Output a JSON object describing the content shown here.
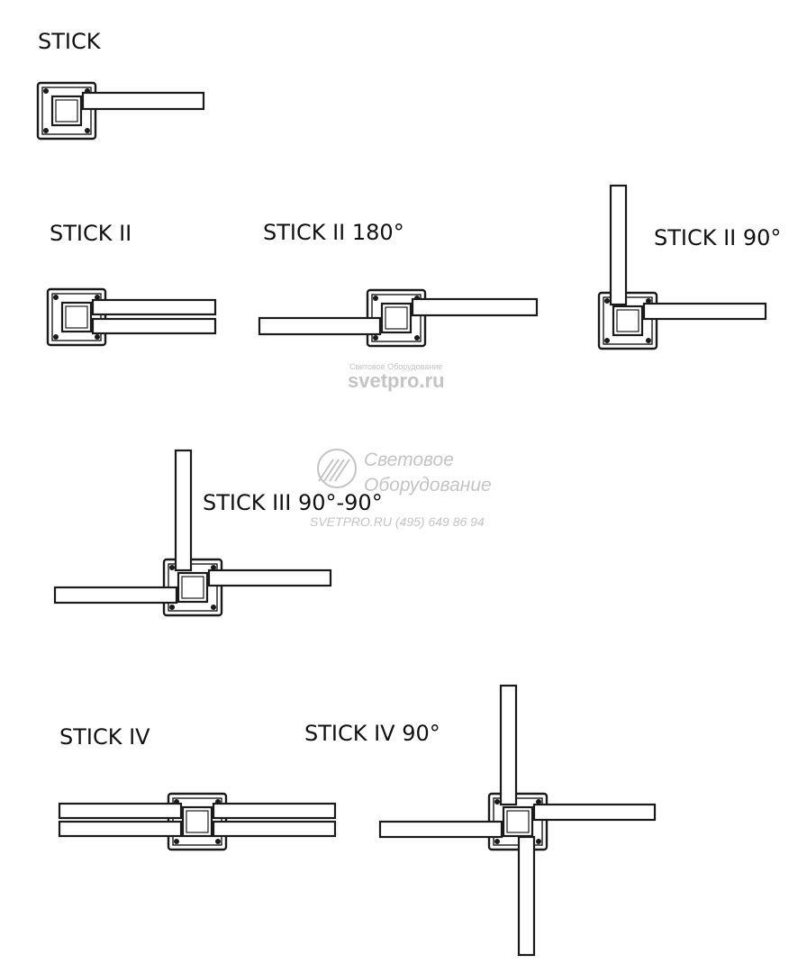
{
  "labels": {
    "stick": "STICK",
    "stick_ii": "STICK II",
    "stick_ii_180": "STICK II 180°",
    "stick_ii_90": "STICK II 90°",
    "stick_iii": "STICK III 90°-90°",
    "stick_iv": "STICK IV",
    "stick_iv_90": "STICK IV 90°"
  },
  "watermark": {
    "small_caption": "Световое Оборудование",
    "site": "svetpro.ru",
    "line1": "Световое",
    "line2": "Оборудование",
    "contact": "SVETPRO.RU   (495) 649 86 94"
  },
  "colors": {
    "stroke": "#1a1a1a",
    "fill": "#ffffff",
    "watermark": "#c4c4c4"
  }
}
